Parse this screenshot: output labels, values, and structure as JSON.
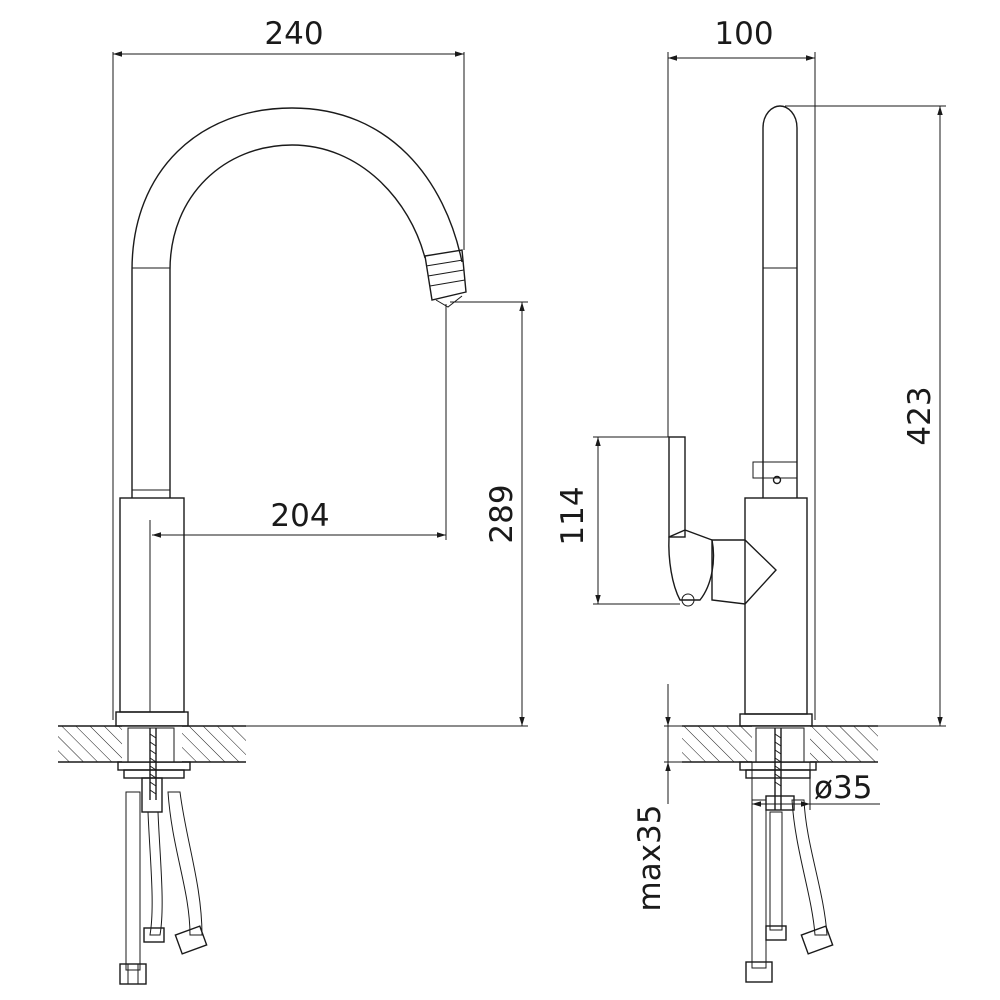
{
  "dimensions": {
    "overall_width": "240",
    "spout_reach": "204",
    "spout_height": "289",
    "side_depth": "100",
    "total_height": "423",
    "lever_height": "114",
    "mount_hole": "ø35",
    "max_countertop": "max35"
  }
}
